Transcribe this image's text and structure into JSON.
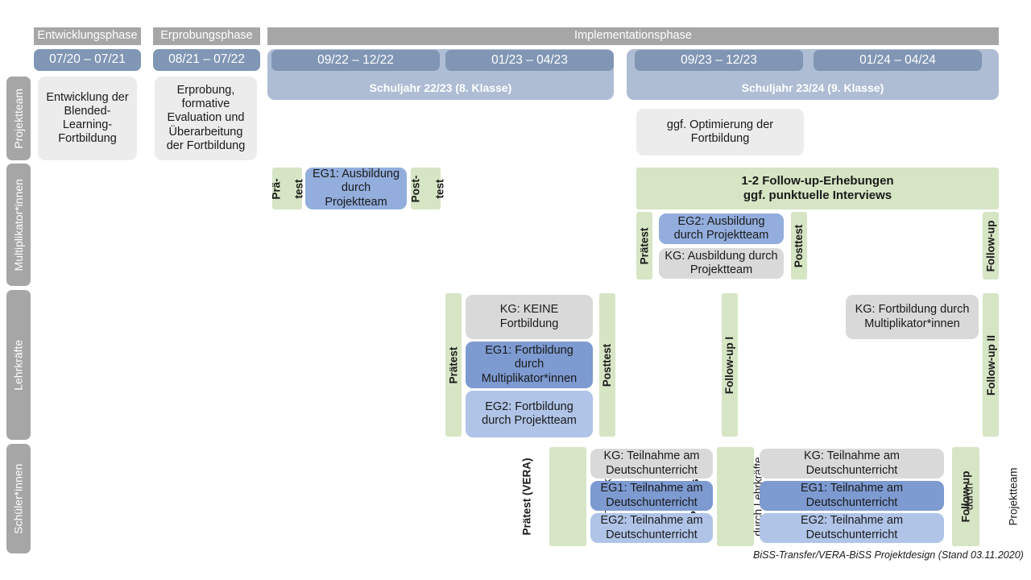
{
  "document": {
    "title": "BiSS-Transfer/VERA-BiSS Projektdesign",
    "footer": "BiSS-Transfer/VERA-BiSS Projektdesign (Stand 03.11.2020)"
  },
  "colors": {
    "phase_bar": "#a6a6a6",
    "date_pill": "#8096b4",
    "schuljahr_band": "#aebdd4",
    "row_label": "#a6a6a6",
    "grey_box": "#d9d9d9",
    "grey_box_light": "#ececec",
    "blue_dark": "#7d9ad1",
    "blue_mid": "#93aedd",
    "blue_light": "#b0c4e8",
    "green_strip": "#d6e5c4"
  },
  "phases": [
    {
      "label": "Entwicklungsphase"
    },
    {
      "label": "Erprobungsphase"
    },
    {
      "label": "Implementationsphase"
    }
  ],
  "periods": [
    {
      "label": "07/20 – 07/21"
    },
    {
      "label": "08/21 – 07/22"
    },
    {
      "label": "09/22 – 12/22"
    },
    {
      "label": "01/23 – 04/23"
    },
    {
      "label": "09/23 – 12/23"
    },
    {
      "label": "01/24 – 04/24"
    }
  ],
  "school_years": [
    {
      "label": "Schuljahr 22/23 (8. Klasse)"
    },
    {
      "label": "Schuljahr 23/24 (9. Klasse)"
    }
  ],
  "rows": [
    {
      "label": "Projektteam"
    },
    {
      "label": "Multiplikator*innen"
    },
    {
      "label": "Lehrkräfte"
    },
    {
      "label": "Schüler*innen"
    }
  ],
  "projektteam": {
    "entwicklung": "Entwicklung der Blended-Learning-Fortbildung",
    "erprobung": "Erprobung, formative Evaluation und Überarbeitung der Fortbildung",
    "optimierung": "ggf. Optimierung der Fortbildung"
  },
  "multiplikatoren": {
    "praetest_short_l1": "Prä-",
    "praetest_short_l2": "test",
    "posttest_short_l1": "Post-",
    "posttest_short_l2": "test",
    "eg1_ausbildung": "EG1: Ausbildung durch Projektteam",
    "banner_l1": "1-2 Follow-up-Erhebungen",
    "banner_l2": "ggf. punktuelle Interviews",
    "praetest": "Prätest",
    "posttest": "Posttest",
    "followup": "Follow-up",
    "eg2_ausbildung": "EG2: Ausbildung durch Projektteam",
    "kg_ausbildung": "KG: Ausbildung durch Projektteam"
  },
  "lehrkraefte": {
    "praetest": "Prätest",
    "posttest": "Posttest",
    "followup_1": "Follow-up I",
    "followup_2": "Follow-up II",
    "kg_keine": "KG:  KEINE Fortbildung",
    "eg1_fortbildung": "EG1: Fortbildung durch Multiplikator*innen",
    "eg2_fortbildung": "EG2: Fortbildung durch Projektteam",
    "kg_fortbildung": "KG: Fortbildung durch Multiplikator*innen"
  },
  "schueler": {
    "praetest_vera": "Prätest (VERA)",
    "praetest_vera_sub": "durch Lehrkräfte",
    "posttest": "Posttest",
    "posttest_sub": "durch Lehrkräfte",
    "followup": "Follow-up",
    "followup_sub_l1": "durch",
    "followup_sub_l2": "Projektteam",
    "kg_teilnahme": "KG: Teilnahme am Deutschunterricht",
    "eg1_teilnahme": "EG1: Teilnahme am Deutschunterricht",
    "eg2_teilnahme": "EG2: Teilnahme am Deutschunterricht"
  }
}
